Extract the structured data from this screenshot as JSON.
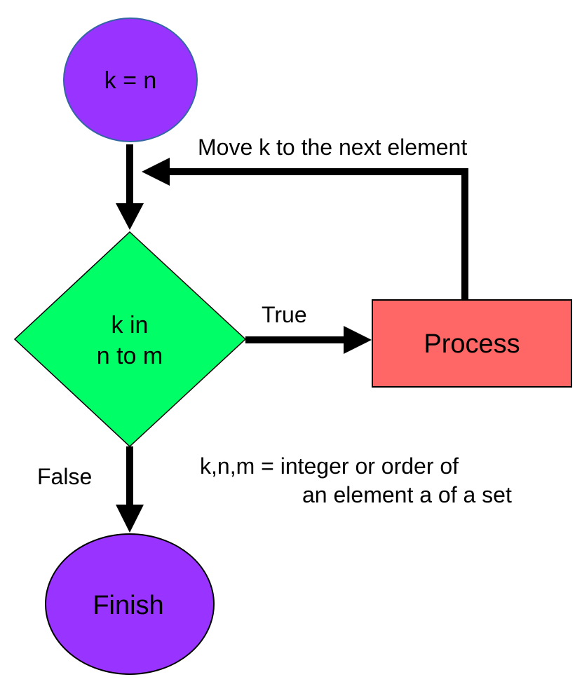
{
  "diagram": {
    "type": "flowchart",
    "colors": {
      "start_fill": "#9933FF",
      "start_stroke": "#3465A4",
      "decision_fill": "#00FF66",
      "process_fill": "#FF6666",
      "finish_fill": "#9933FF",
      "stroke": "#000000",
      "arrow": "#000000"
    },
    "nodes": {
      "start": {
        "label": "k = n",
        "shape": "ellipse"
      },
      "decision": {
        "line1": "k in",
        "line2": "n to m",
        "shape": "diamond"
      },
      "process": {
        "label": "Process",
        "shape": "rectangle"
      },
      "finish": {
        "label": "Finish",
        "shape": "ellipse"
      }
    },
    "edges": {
      "start_to_decision": {
        "from": "start",
        "to": "decision",
        "label": ""
      },
      "decision_true": {
        "from": "decision",
        "to": "process",
        "label": "True"
      },
      "process_loop": {
        "from": "process",
        "to": "decision",
        "label": "Move k to the next element"
      },
      "decision_false": {
        "from": "decision",
        "to": "finish",
        "label": "False"
      }
    },
    "note": {
      "line1": "k,n,m = integer or order of",
      "line2": "an element a of a set"
    }
  }
}
